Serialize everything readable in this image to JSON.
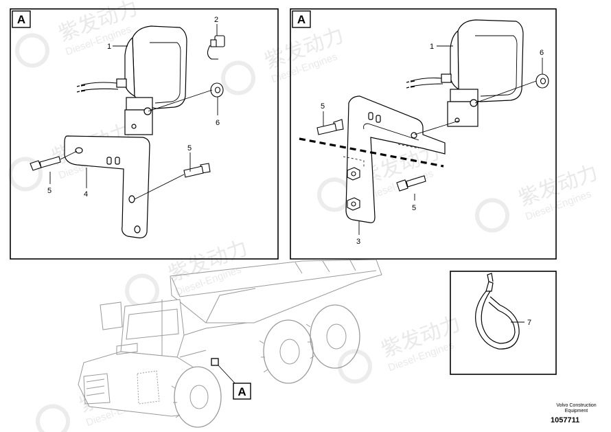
{
  "panels": {
    "left": {
      "tag": "A"
    },
    "right": {
      "tag": "A"
    },
    "truck": {
      "tag": "A"
    }
  },
  "callouts": {
    "left": [
      "1",
      "2",
      "6",
      "5",
      "5",
      "4"
    ],
    "right": [
      "1",
      "6",
      "5",
      "5",
      "3"
    ],
    "tie": [
      "7"
    ]
  },
  "watermark": {
    "cn": "紫发动力",
    "en": "Diesel-Engines"
  },
  "footer": {
    "brand_line1": "Volvo Construction",
    "brand_line2": "Equipment",
    "drawing_number": "1057711"
  }
}
